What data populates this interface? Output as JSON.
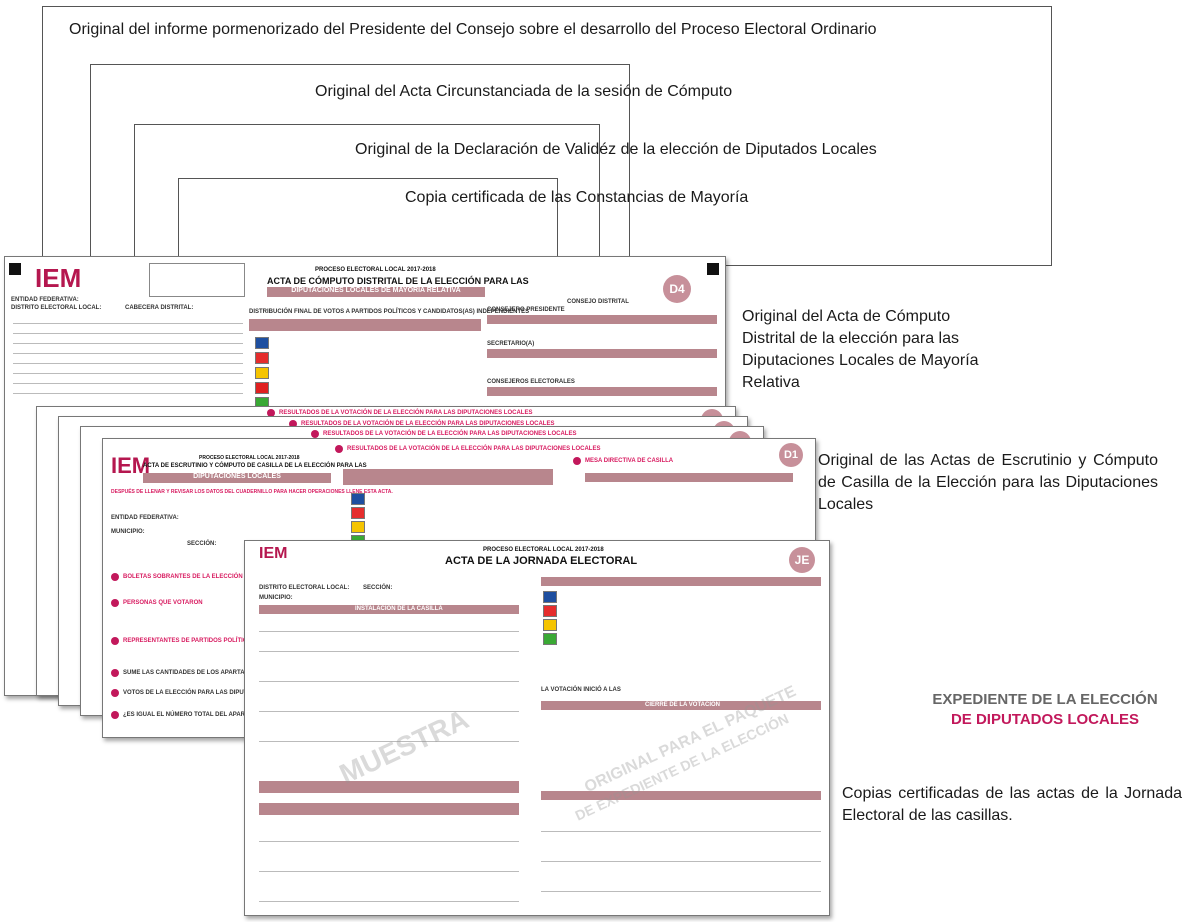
{
  "frames": [
    {
      "title": "Original del informe pormenorizado del Presidente del Consejo sobre el desarrollo del Proceso Electoral Ordinario"
    },
    {
      "title": "Original del Acta Circunstanciada de la sesión de Cómputo"
    },
    {
      "title": "Original de la Declaración de Validéz de la elección de Diputados Locales"
    },
    {
      "title": "Copia certificada de las Constancias de Mayoría"
    }
  ],
  "labels": {
    "computo_distrital": "Original del Acta de Cómputo Distrital de la elección para las Diputaciones Locales de Mayoría Relativa",
    "escrutinio": "Original de las Actas de Escrutinio y Cómputo de Casilla de la Elección para las Diputaciones Locales",
    "expediente_line1": "EXPEDIENTE DE LA ELECCIÓN",
    "expediente_line2": "DE DIPUTADOS LOCALES",
    "copias_jornada": "Copias certificadas de las actas de la Jornada Electoral de las casillas."
  },
  "doc_d4": {
    "logo": "IEM",
    "process": "PROCESO ELECTORAL LOCAL 2017-2018",
    "title": "ACTA DE CÓMPUTO DISTRITAL DE LA ELECCIÓN PARA LAS",
    "subtitle": "DIPUTACIONES LOCALES DE MAYORÍA RELATIVA",
    "badge": "D4",
    "distribution": "DISTRIBUCIÓN FINAL DE VOTOS A PARTIDOS POLÍTICOS Y CANDIDATOS(AS) INDEPENDIENTES",
    "consejo": "CONSEJO DISTRITAL",
    "presidente": "CONSEJERO PRESIDENTE",
    "secretario": "SECRETARIO(A)",
    "consejeros": "CONSEJEROS ELECTORALES",
    "entidad": "ENTIDAD FEDERATIVA:",
    "distrito": "DISTRITO ELECTORAL LOCAL:",
    "cabecera": "CABECERA DISTRITAL:"
  },
  "doc_d1": {
    "logo": "IEM",
    "process": "PROCESO ELECTORAL LOCAL 2017-2018",
    "title": "ACTA DE ESCRUTINIO Y CÓMPUTO DE CASILLA DE LA ELECCIÓN PARA LAS",
    "subtitle": "DIPUTACIONES LOCALES",
    "badge": "D1",
    "instructions": "DESPUÉS DE LLENAR Y REVISAR LOS DATOS DEL CUADERNILLO PARA HACER OPERACIONES LLENE ESTA ACTA.",
    "resultados": "RESULTADOS DE LA VOTACIÓN DE LA ELECCIÓN PARA LAS DIPUTACIONES LOCALES",
    "mesa": "MESA DIRECTIVA DE CASILLA",
    "entidad": "ENTIDAD FEDERATIVA:",
    "municipio": "MUNICIPIO:",
    "seccion": "SECCIÓN:",
    "boletas": "BOLETAS SOBRANTES DE LA ELECCIÓN PARA LAS DIPUTACIONES LOCALES",
    "personas": "PERSONAS QUE VOTARON",
    "representantes": "REPRESENTANTES DE PARTIDOS POLÍTICOS Y DE CANDIDATOS",
    "suma": "SUME LAS CANTIDADES DE LOS APARTADOS",
    "votos": "VOTOS DE LA ELECCIÓN PARA LAS DIPUTACIONES LOCALES",
    "igual": "¿ES IGUAL EL NÚMERO TOTAL DEL APARTADO?"
  },
  "doc_je": {
    "logo": "IEM",
    "process": "PROCESO ELECTORAL LOCAL 2017-2018",
    "title": "ACTA DE LA JORNADA ELECTORAL",
    "badge": "JE",
    "instalacion": "INSTALACIÓN DE LA CASILLA",
    "cierre": "CIERRE DE LA VOTACIÓN",
    "watermark1": "MUESTRA",
    "watermark2": "ORIGINAL PARA EL PAQUETE",
    "watermark3": "DE EXPEDIENTE DE LA ELECCIÓN",
    "distrito": "DISTRITO ELECTORAL LOCAL:",
    "seccion": "SECCIÓN:",
    "municipio": "MUNICIPIO:",
    "votacion": "LA VOTACIÓN INICIÓ A LAS"
  },
  "colors": {
    "accent": "#c2185b",
    "band": "#b8868d",
    "badge": "#c7909a"
  }
}
